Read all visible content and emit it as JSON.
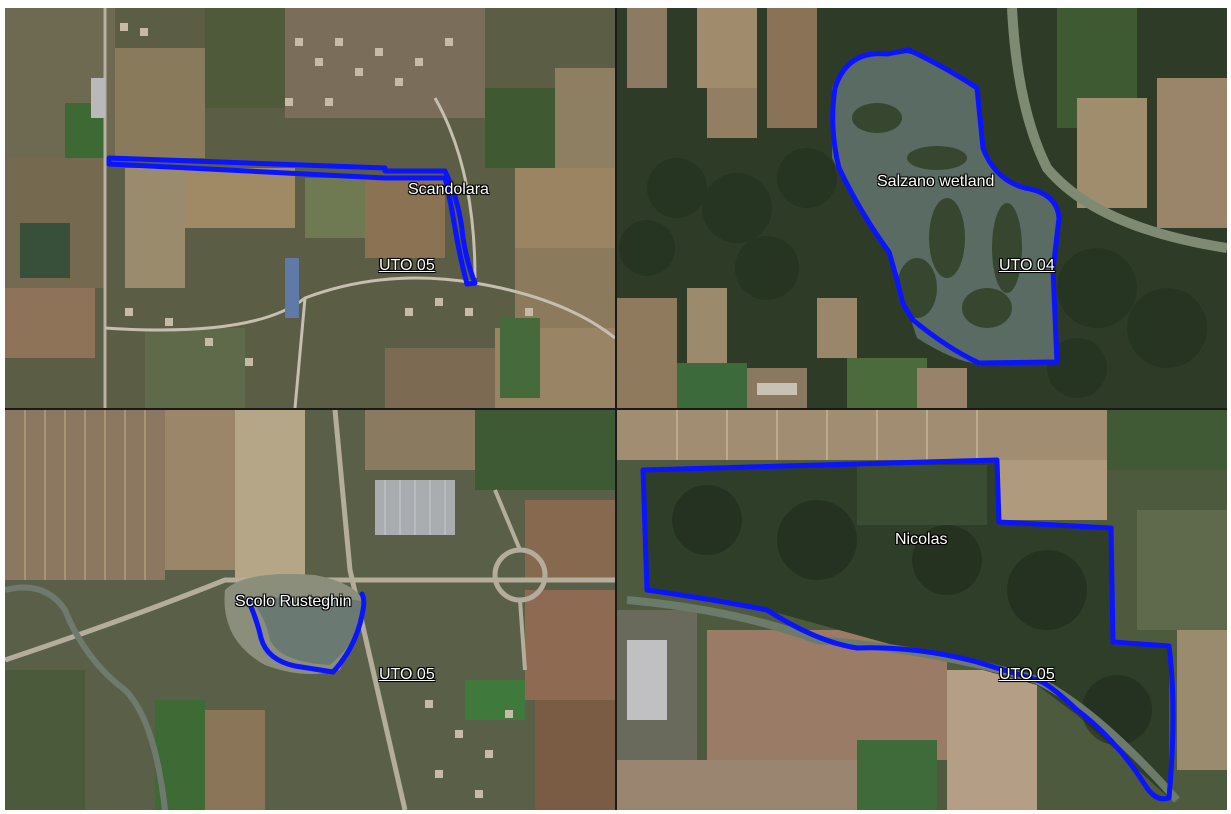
{
  "panels": [
    {
      "id": "top-left",
      "site_label": "Scandolara",
      "uto_label": "UTO 05"
    },
    {
      "id": "top-right",
      "site_label": "Salzano wetland",
      "uto_label": "UTO 04"
    },
    {
      "id": "bottom-left",
      "site_label": "Scolo Rusteghin",
      "uto_label": "UTO 05"
    },
    {
      "id": "bottom-right",
      "site_label": "Nicolas",
      "uto_label": "UTO 05"
    }
  ],
  "colors": {
    "boundary": "#0a14ff",
    "label_text": "#ffffff",
    "label_halo": "#000000"
  }
}
